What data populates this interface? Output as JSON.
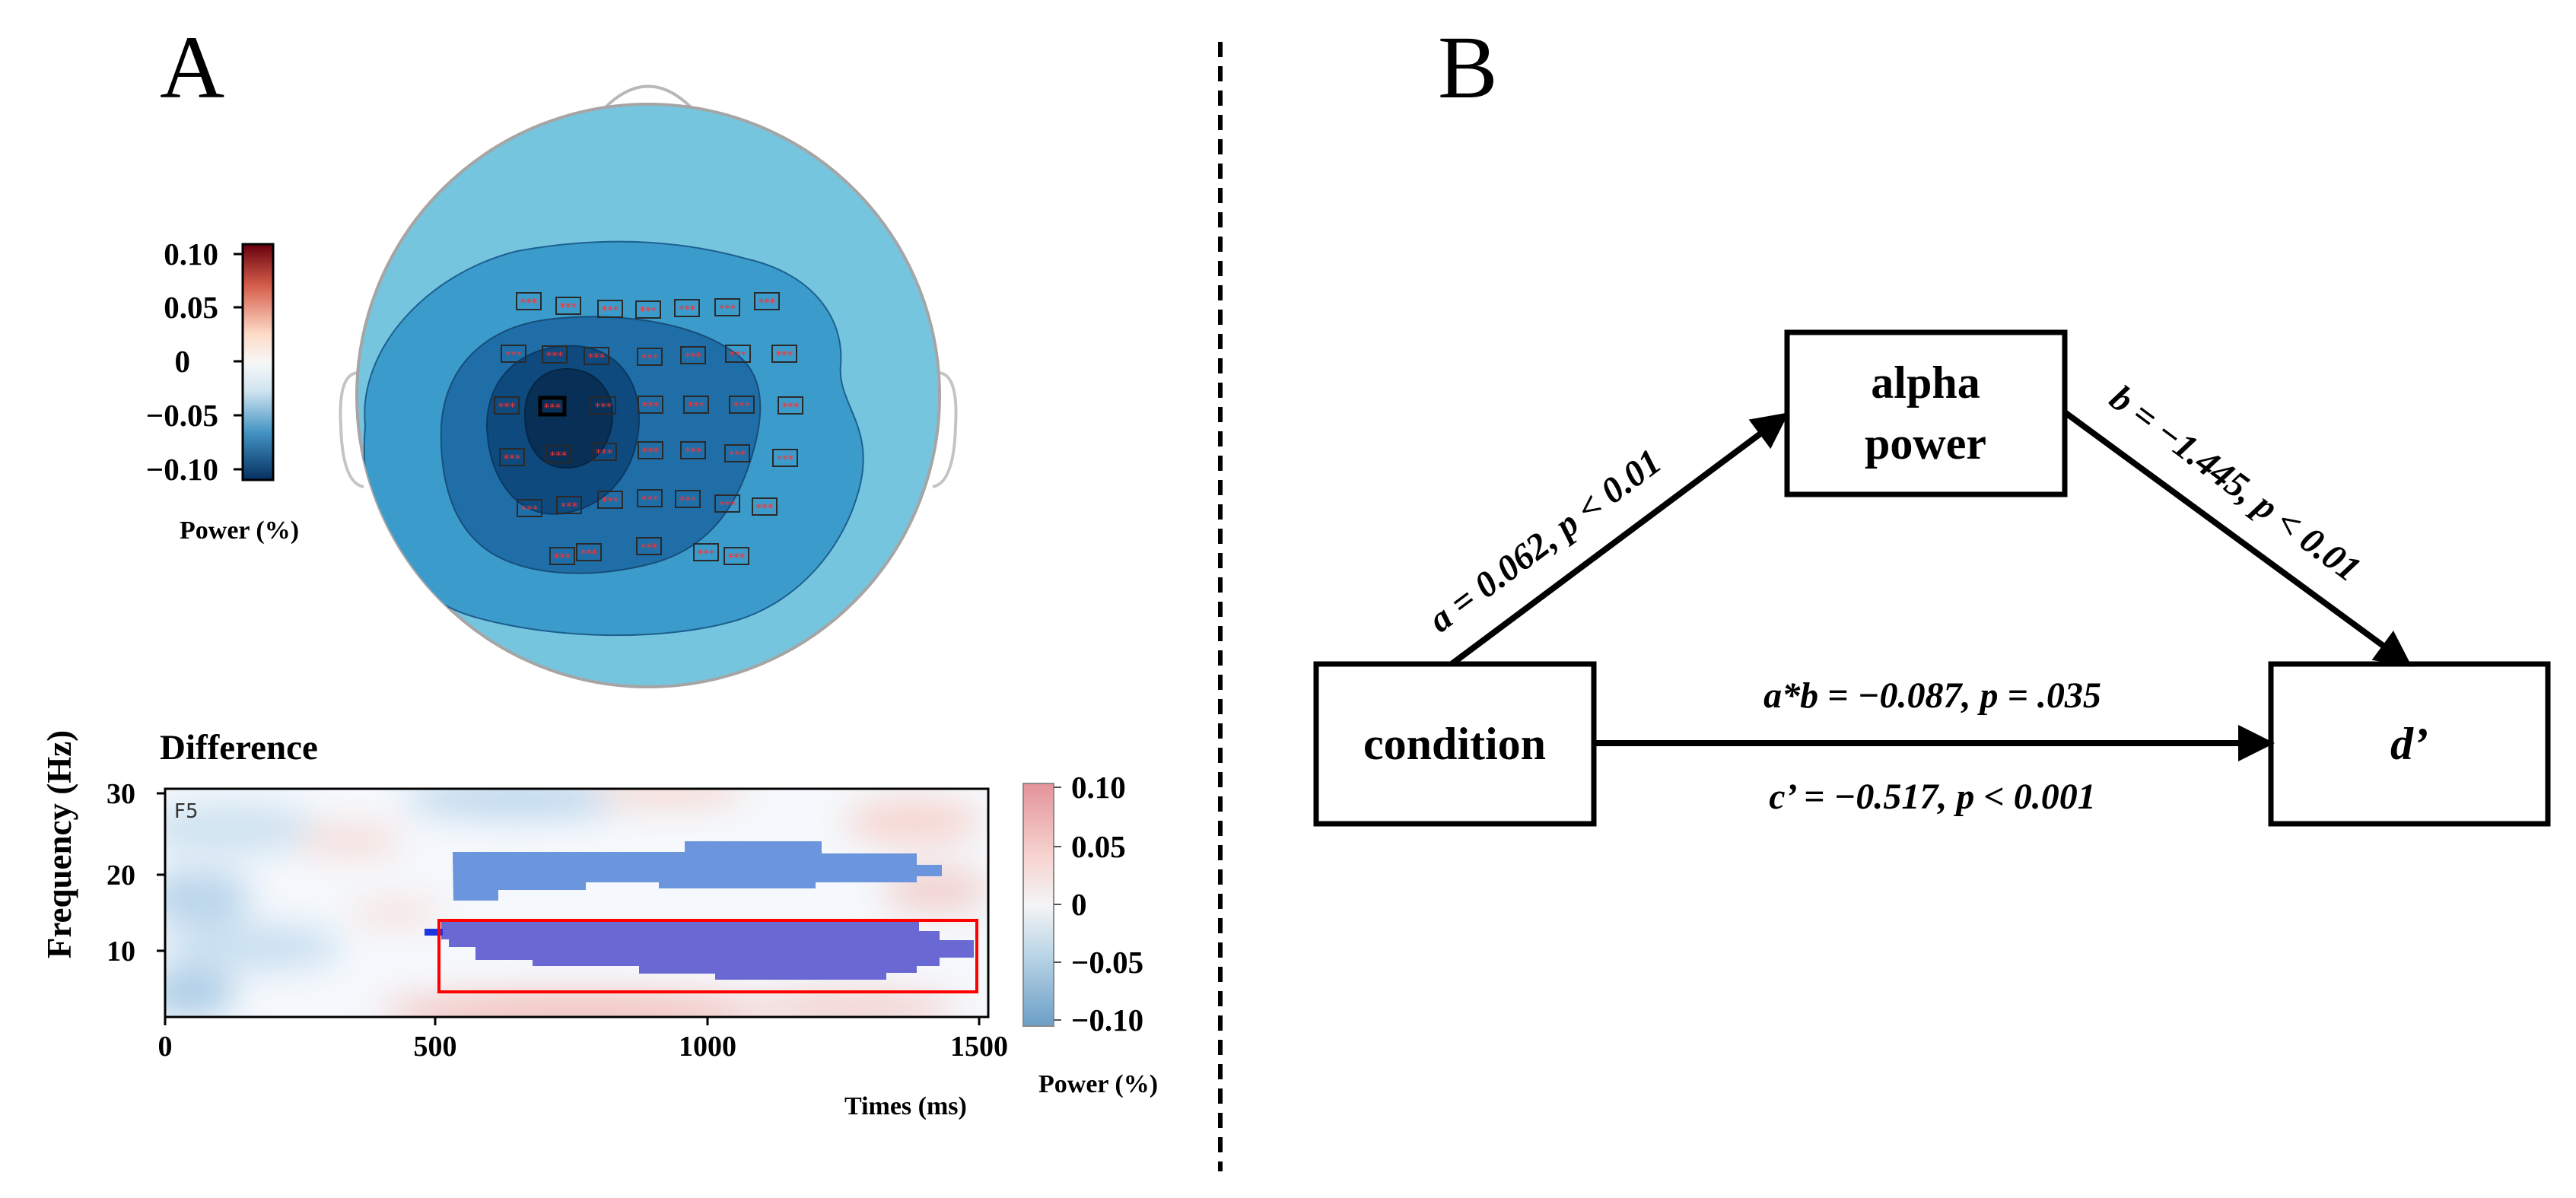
{
  "panel_a": {
    "letter": "A",
    "topomap": {
      "colorbar_ticks": [
        "0.10",
        "0.05",
        "0",
        "−0.05",
        "−0.10"
      ],
      "colorbar_label": "Power (%)",
      "sig_marker": "***"
    },
    "tf": {
      "title": "Difference",
      "channel": "F5",
      "ylabel": "Frequency (Hz)",
      "xlabel": "Times (ms)",
      "yticks": [
        "30",
        "20",
        "10"
      ],
      "xticks": [
        "0",
        "500",
        "1000",
        "1500"
      ],
      "colorbar_ticks": [
        "0.10",
        "0.05",
        "0",
        "−0.05",
        "−0.10"
      ],
      "colorbar_label": "Power (%)"
    }
  },
  "panel_b": {
    "letter": "B",
    "nodes": {
      "mediator_line1": "alpha",
      "mediator_line2": "power",
      "x": "condition",
      "y": "d’"
    },
    "paths": {
      "a_label": "a =  0.062, p < 0.01",
      "b_label": "b = −1.445, p < 0.01",
      "ab_label": "a*b =  −0.087, p = .035",
      "c_label": "c’ = −0.517, p < 0.001"
    }
  },
  "colors": {
    "head_fill": "#76c5de",
    "contour_1": "#3b9ccc",
    "contour_2": "#1f6ea7",
    "contour_3": "#0e4a7e",
    "contour_4": "#082f55",
    "sig_cluster_upper": "#6b95dc",
    "sig_cluster_lower": "#6a69d4",
    "roi_box": "#ff0000"
  }
}
